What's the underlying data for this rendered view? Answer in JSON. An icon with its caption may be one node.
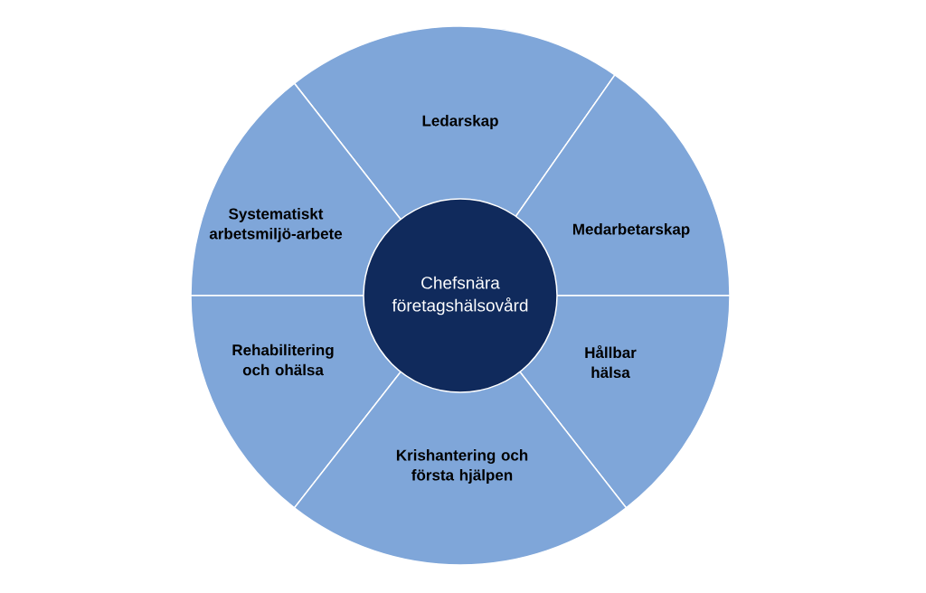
{
  "diagram": {
    "nodes": [
      {
        "text": [
          "Ledarskap"
        ]
      },
      {
        "text": [
          "Systematiskt arbetsmiljö-arbete"
        ]
      },
      {
        "text": [
          "Medarbetarskap"
        ]
      },
      {
        "text": [
          "Chefsnära företagshälsovård"
        ]
      },
      {
        "text": [
          "Rehabilitering och ohälsa"
        ]
      },
      {
        "text": [
          "Hållbar hälsa"
        ]
      },
      {
        "text": [
          "Krishantering och första hjälpen"
        ]
      }
    ]
  }
}
